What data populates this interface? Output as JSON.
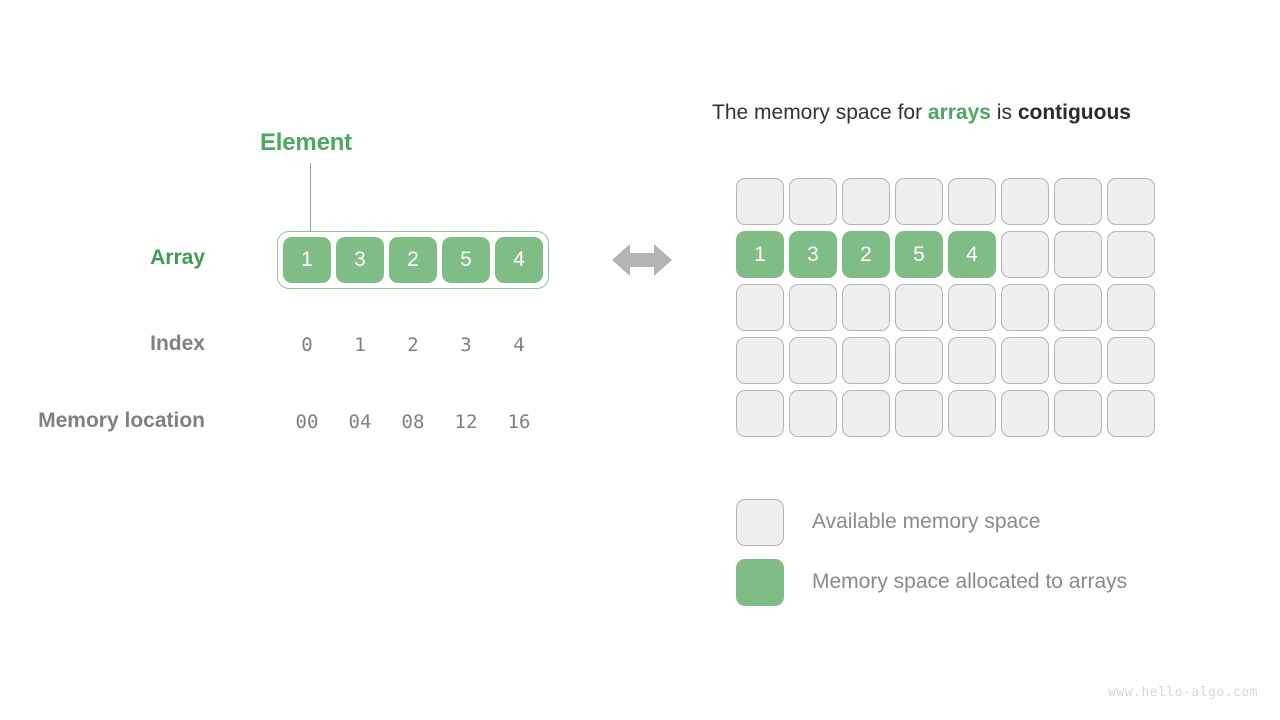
{
  "colors": {
    "green_fill": "#80bd86",
    "green_text": "#4ca75f",
    "green_label": "#3f9a52",
    "green_outline": "#8fc595",
    "gray_text": "#808080",
    "empty_fill": "#efefef",
    "empty_border": "#b5b5b5",
    "arrow": "#b3b3b3",
    "title_text": "#333333",
    "watermark": "#d6d6d6",
    "background": "#ffffff"
  },
  "left": {
    "element_label": "Element",
    "array_label": "Array",
    "index_label": "Index",
    "memory_label": "Memory location",
    "array_values": [
      "1",
      "3",
      "2",
      "5",
      "4"
    ],
    "index_values": [
      "0",
      "1",
      "2",
      "3",
      "4"
    ],
    "memory_values": [
      "00",
      "04",
      "08",
      "12",
      "16"
    ],
    "arrow_icon": "double-arrow-icon"
  },
  "right": {
    "title": {
      "part1": "The memory space for ",
      "highlight": "arrays",
      "part2": " is ",
      "bold": "contiguous"
    },
    "grid": {
      "columns": 8,
      "rows": 5,
      "filled_row_index": 1,
      "filled_values": [
        "1",
        "3",
        "2",
        "5",
        "4"
      ]
    },
    "legend": [
      {
        "swatch": "available",
        "label": "Available memory space"
      },
      {
        "swatch": "allocated",
        "label": "Memory space allocated to arrays"
      }
    ]
  },
  "watermark": "www.hello-algo.com"
}
